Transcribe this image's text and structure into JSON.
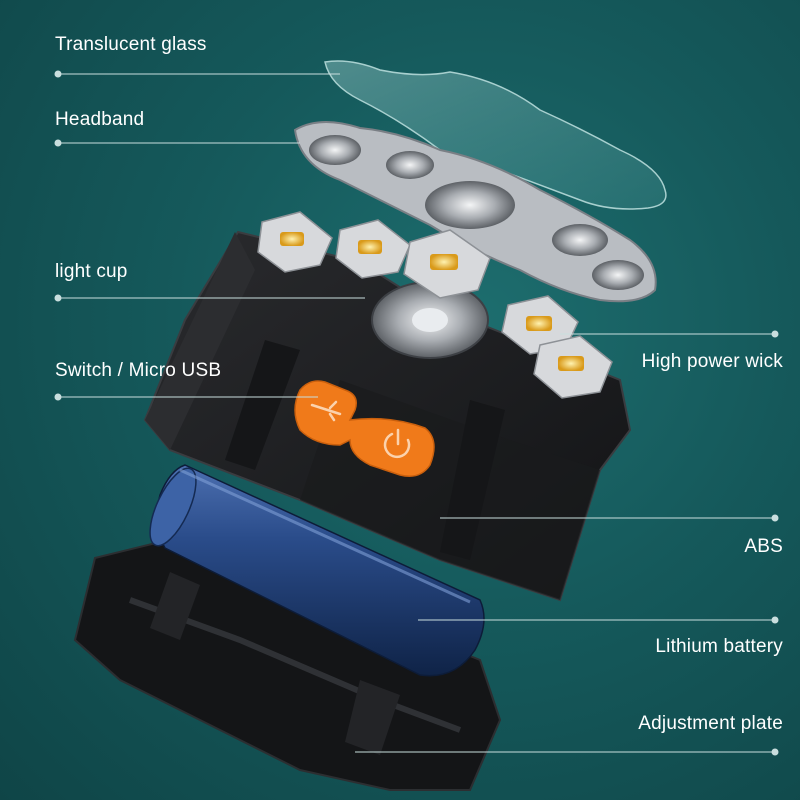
{
  "labels": {
    "translucent_glass": "Translucent glass",
    "headband": "Headband",
    "light_cup": "light cup",
    "switch_usb": "Switch / Micro USB",
    "high_power_wick": "High power wick",
    "abs": "ABS",
    "lithium_battery": "Lithium battery",
    "adjustment_plate": "Adjustment plate"
  },
  "colors": {
    "background": "#15595b",
    "label_text": "#ffffff",
    "leader_line": "#c9dede",
    "housing": "#1e1f21",
    "switch_accent": "#f07a1a",
    "battery": "#1f3f78",
    "led_chip": "#f2c14a",
    "reflector": "#c9ccd0"
  },
  "icons": {
    "usb": "usb-icon",
    "power": "power-icon"
  }
}
